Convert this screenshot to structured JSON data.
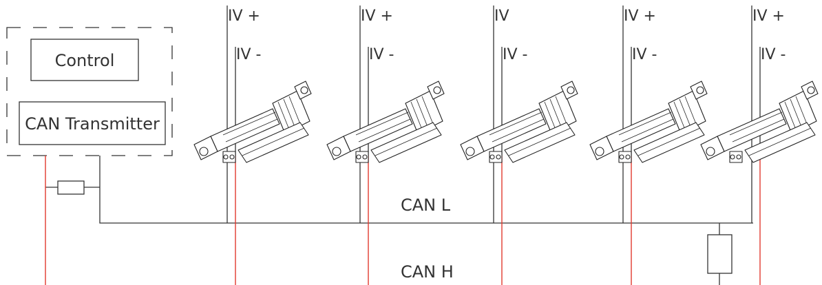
{
  "controller": {
    "control_label": "Control",
    "transmitter_label": "CAN Transmitter"
  },
  "bus": {
    "can_l_label": "CAN L",
    "can_h_label": "CAN H"
  },
  "actuators": [
    {
      "plus_label": "IV +",
      "minus_label": "IV -"
    },
    {
      "plus_label": "IV +",
      "minus_label": "IV -"
    },
    {
      "plus_label": "IV",
      "minus_label": "IV -"
    },
    {
      "plus_label": "IV +",
      "minus_label": "IV -"
    },
    {
      "plus_label": "IV +",
      "minus_label": "IV -"
    }
  ],
  "colors": {
    "line": "#333333",
    "can_h_wire": "#e0392e"
  }
}
